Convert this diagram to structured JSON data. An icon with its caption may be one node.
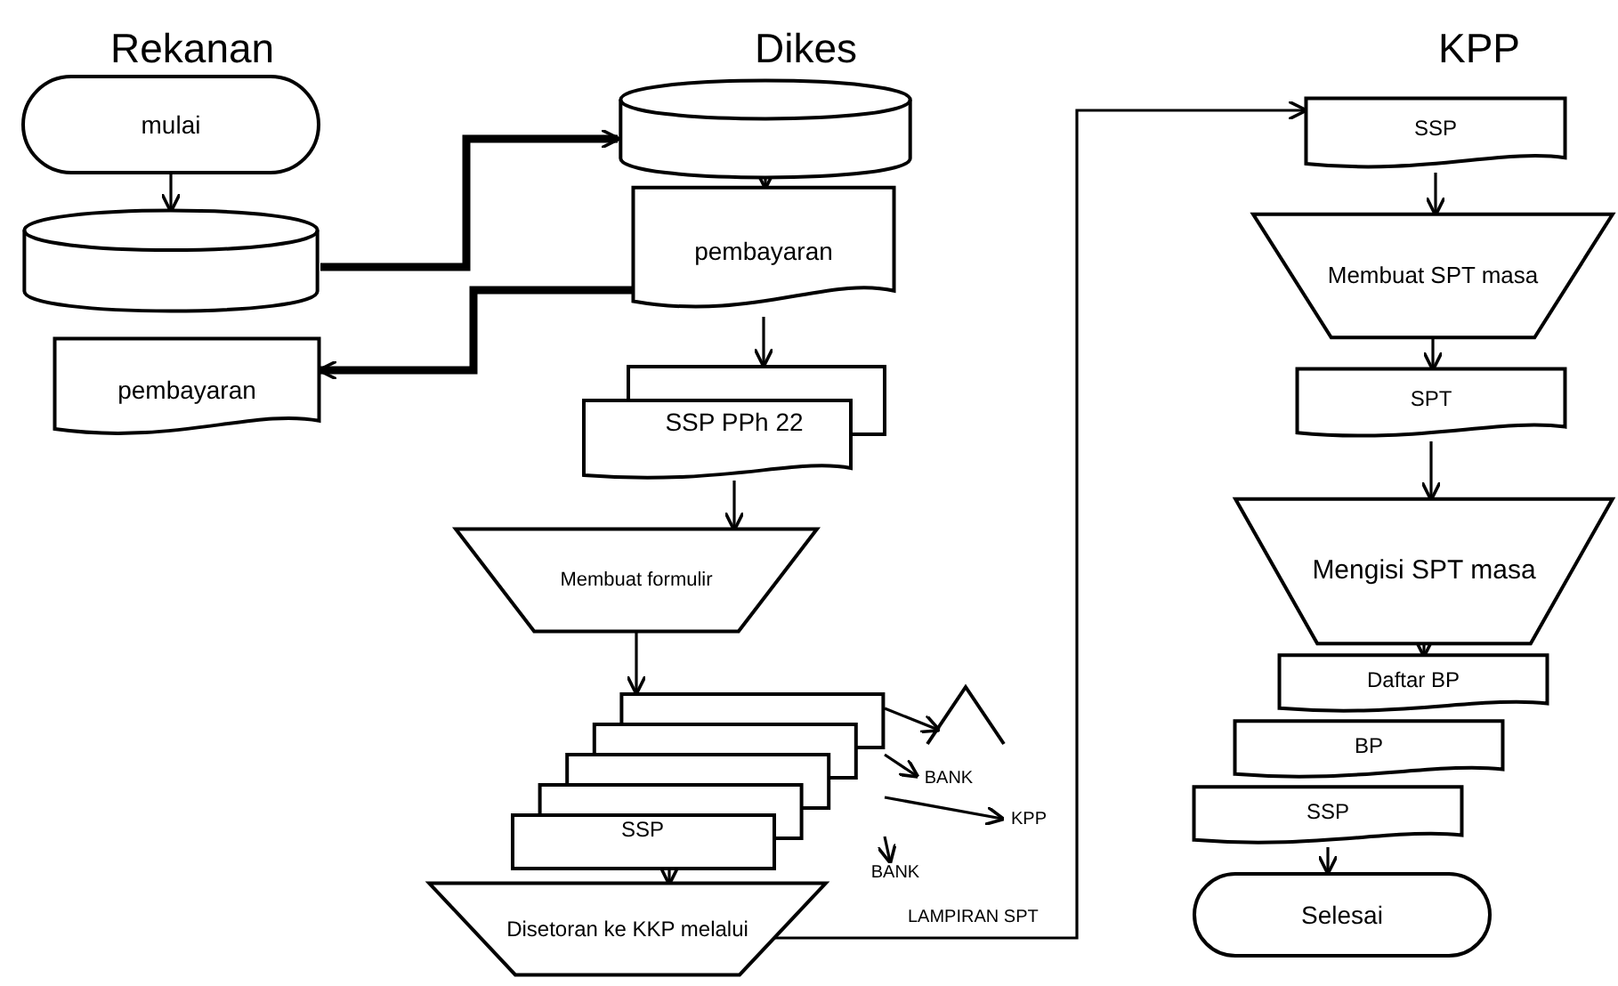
{
  "diagram": {
    "nodes": [
      {
        "text": [
          "mulai"
        ]
      },
      {
        "text": [],
        "shape": "cylinder"
      },
      {
        "text": [
          "pembayaran"
        ]
      },
      {
        "text": [],
        "shape": "cylinder"
      },
      {
        "text": [
          "pembayaran"
        ]
      },
      {
        "text": [
          "SSP PPh 22"
        ]
      },
      {
        "text": [
          "Membuat formulir"
        ]
      },
      {
        "text": [
          "SSP"
        ]
      },
      {
        "text": [
          "Disetoran ke KKP melalui"
        ]
      },
      {
        "text": [],
        "shape": "triangle"
      },
      {
        "text": [
          "BANK"
        ]
      },
      {
        "text": [
          "KPP"
        ]
      },
      {
        "text": [
          "BANK"
        ]
      },
      {
        "text": [
          "SSP"
        ]
      },
      {
        "text": [
          "Membuat SPT masa"
        ]
      },
      {
        "text": [
          "SPT"
        ]
      },
      {
        "text": [
          "Mengisi SPT masa"
        ]
      },
      {
        "text": [
          "Daftar BP"
        ]
      },
      {
        "text": [
          "BP"
        ]
      },
      {
        "text": [
          "SSP"
        ]
      },
      {
        "text": [
          "Selesai"
        ]
      }
    ],
    "edges": [
      {
        "from": 0,
        "to": 1,
        "arrow": "to"
      },
      {
        "from": 1,
        "to": 3,
        "arrow": "to",
        "style": "thick"
      },
      {
        "from": 4,
        "to": 2,
        "arrow": "to",
        "style": "thick"
      },
      {
        "from": 3,
        "to": 4,
        "arrow": "to"
      },
      {
        "from": 4,
        "to": 5,
        "arrow": "to"
      },
      {
        "from": 5,
        "to": 6,
        "arrow": "to"
      },
      {
        "from": 6,
        "to": 7,
        "arrow": "to"
      },
      {
        "from": 7,
        "to": 8,
        "arrow": "to"
      },
      {
        "from": 7,
        "to": 9,
        "arrow": "to"
      },
      {
        "from": 7,
        "to": 10,
        "arrow": "to"
      },
      {
        "from": 7,
        "to": 11,
        "arrow": "to"
      },
      {
        "from": 7,
        "to": 12,
        "arrow": "to"
      },
      {
        "from": 8,
        "to": 13,
        "arrow": "to"
      },
      {
        "from": 13,
        "to": 14,
        "arrow": "to"
      },
      {
        "from": 14,
        "to": 15,
        "arrow": "to"
      },
      {
        "from": 15,
        "to": 16,
        "arrow": "to"
      },
      {
        "from": 16,
        "to": 17,
        "arrow": "to"
      },
      {
        "from": 19,
        "to": 20,
        "arrow": "to"
      }
    ],
    "labels": [
      "Rekanan",
      "Dikes",
      "KPP",
      "LAMPIRAN SPT"
    ]
  }
}
